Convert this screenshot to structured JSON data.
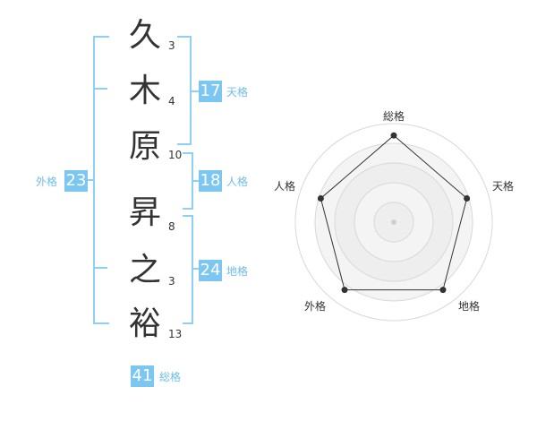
{
  "name_chars": [
    {
      "char": "久",
      "strokes": "3"
    },
    {
      "char": "木",
      "strokes": "4"
    },
    {
      "char": "原",
      "strokes": "10"
    },
    {
      "char": "昇",
      "strokes": "8"
    },
    {
      "char": "之",
      "strokes": "3"
    },
    {
      "char": "裕",
      "strokes": "13"
    }
  ],
  "fortunes": {
    "tenkaku": {
      "value": "17",
      "label": "天格"
    },
    "jinkaku": {
      "value": "18",
      "label": "人格"
    },
    "chikaku": {
      "value": "24",
      "label": "地格"
    },
    "gaikaku": {
      "value": "23",
      "label": "外格"
    },
    "soukaku": {
      "value": "41",
      "label": "総格"
    }
  },
  "radar": {
    "labels": [
      "総格",
      "天格",
      "地格",
      "外格",
      "人格"
    ],
    "values": [
      0.88,
      0.78,
      0.85,
      0.85,
      0.78
    ]
  },
  "colors": {
    "accent": "#7cc7f2",
    "bracket": "#8fd0f5",
    "tag": "#6fbde9"
  }
}
